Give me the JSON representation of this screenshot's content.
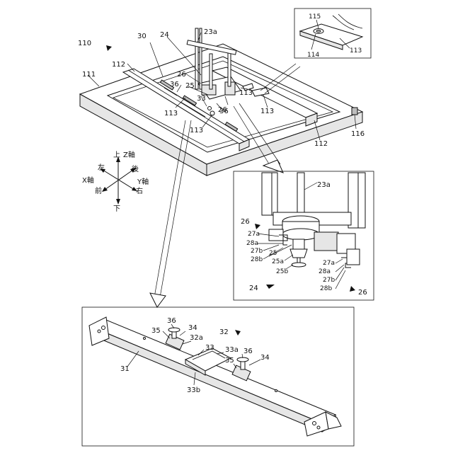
{
  "labels": {
    "l110": "110",
    "l111": "111",
    "l112a": "112",
    "l112b": "112",
    "l30": "30",
    "l24": "24",
    "l23a_top": "23a",
    "l26_top": "26",
    "l25_top": "25",
    "l36_top": "36",
    "l33_top": "33",
    "l113_a": "113",
    "l113_b": "113",
    "l113_c": "113",
    "l113_d": "113",
    "l26_top2": "26",
    "l36_top2": "36",
    "l116": "116",
    "l115": "115",
    "l114": "114",
    "l113_inset": "113",
    "l23a_d": "23a",
    "l26_d1": "26",
    "l27a_d1": "27a",
    "l28a_d1": "28a",
    "l27b_d1": "27b",
    "l28b_d1": "28b",
    "l25_d": "25",
    "l25a_d": "25a",
    "l25b_d": "25b",
    "l27a_d2": "27a",
    "l28a_d2": "28a",
    "l27b_d2": "27b",
    "l28b_d2": "28b",
    "l24_d": "24",
    "l26_d2": "26",
    "l36_b1": "36",
    "l34_b1": "34",
    "l35_b1": "35",
    "l32a_b": "32a",
    "l32_b": "32",
    "l33_b": "33",
    "l33a_b": "33a",
    "l36_b2": "36",
    "l35_b2": "35",
    "l34_b2": "34",
    "l31_b": "31",
    "l33b_b": "33b"
  },
  "axes": {
    "z": "Z軸",
    "up": "上",
    "left": "左",
    "back": "後",
    "x": "X軸",
    "y": "Y軸",
    "front": "前",
    "right": "右",
    "down": "下"
  }
}
